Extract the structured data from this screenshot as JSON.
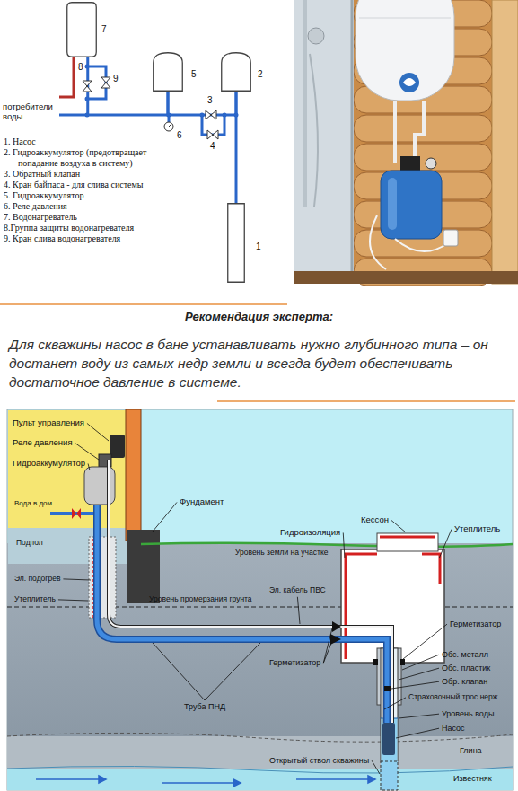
{
  "diagram": {
    "nodes": [
      {
        "text": [
          "7"
        ]
      },
      {
        "text": [
          "5"
        ]
      },
      {
        "text": [
          "2"
        ]
      },
      {
        "text": [
          "1"
        ]
      }
    ],
    "edges": [
      {
        "from": 3,
        "to": 2,
        "arrow": "none"
      },
      {
        "from": 2,
        "to": 1,
        "arrow": "none"
      },
      {
        "from": 1,
        "to": 0,
        "arrow": "none"
      }
    ],
    "labels": [
      "3",
      "4",
      "6",
      "8",
      "9",
      "потребители воды",
      "1. Насос",
      "2. Гидроаккумулятор (предотвращает попадание воздуха в систему)",
      "3. Обратный клапан",
      "4. Кран байпаса - для слива системы",
      "5. Гидроаккумулятор",
      "6. Реле давления",
      "7. Водонагреватель",
      "8.Группа защиты водонагревателя",
      "9. Кран слива водонагревателя",
      "Рекомендация эксперта:",
      "Для скважины насос в бане устанавливать нужно глубинного типа – он достанет воду из самых недр земли и всегда будет обеспечивать достаточное давление в системе.",
      "Пульт управления",
      "Реле давления",
      "Гидроаккумулятор",
      "Вода в дом",
      "Подпол",
      "Эл. подогрев",
      "Утеплитель",
      "Фундамент",
      "Кессон",
      "Гидроизоляция",
      "Утеплитель",
      "Уровень земли на участке",
      "Эл. кабель ПВС",
      "Уровень промерзания грунта",
      "Герметизатор",
      "Герметизатор",
      "Труба ПНД",
      "Обс. металл",
      "Обс. пластик",
      "Обр. клапан",
      "Страховочный трос нерж.",
      "Уровень воды",
      "Насос",
      "Глина",
      "Известняк",
      "Открытый ствол скважины"
    ]
  }
}
